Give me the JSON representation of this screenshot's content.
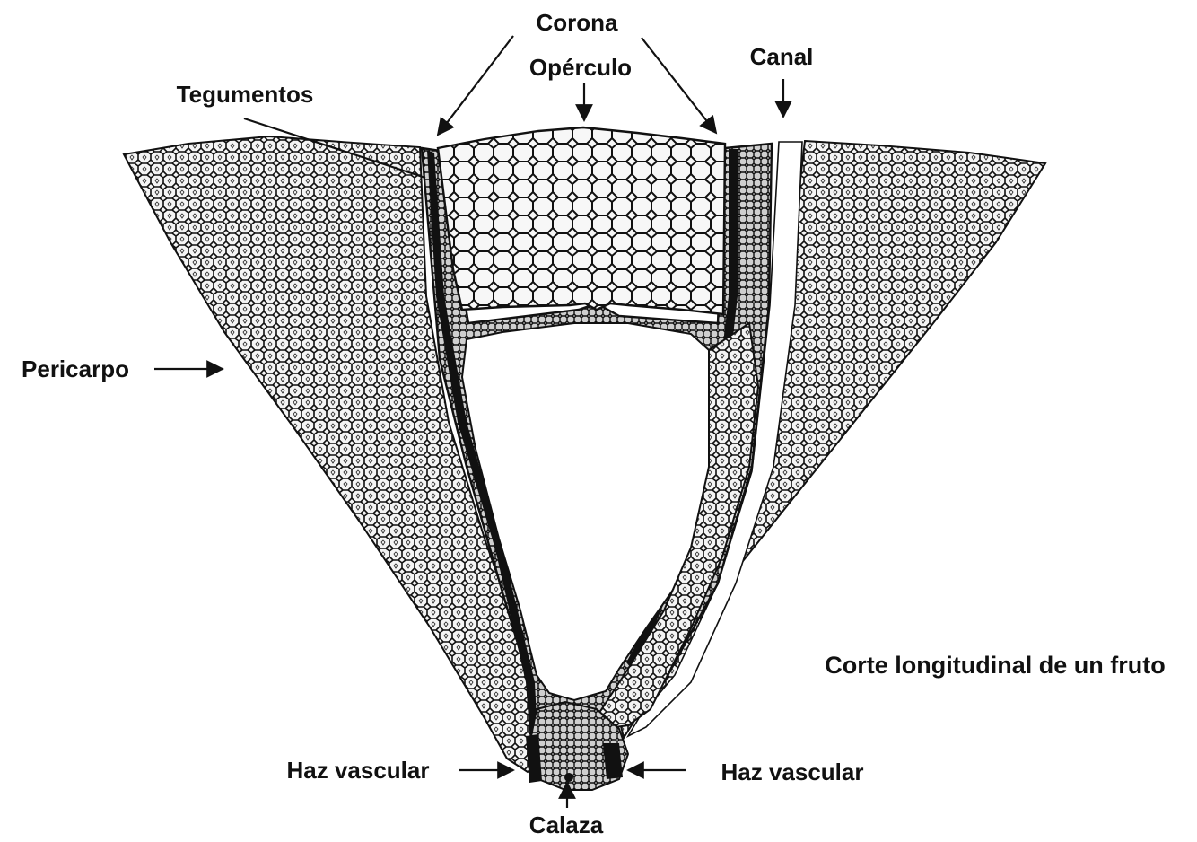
{
  "labels": {
    "corona": "Corona",
    "operculo": "Opérculo",
    "canal": "Canal",
    "tegumentos": "Tegumentos",
    "pericarpo": "Pericarpo",
    "haz_vascular_left": "Haz vascular",
    "haz_vascular_right": "Haz vascular",
    "calaza": "Calaza",
    "caption": "Corte longitudinal de un fruto"
  },
  "colors": {
    "ink": "#111111",
    "tissue_light": "#f4f4f4",
    "background": "#ffffff"
  }
}
